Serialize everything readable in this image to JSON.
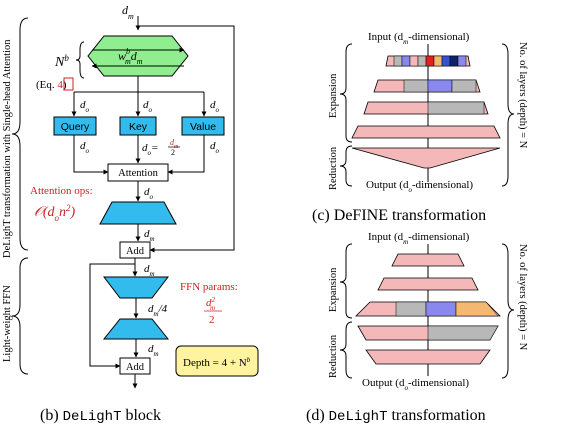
{
  "panel_b": {
    "dm_top": "d",
    "dm_top_sub": "m",
    "Nb": "N",
    "Nb_sup": "b",
    "eq_label": "(Eq.",
    "eq_num": "4",
    "eq_close": ")",
    "wide_box": "w",
    "wide_box_sup": "b",
    "wide_box_sub": "m",
    "do_sym": "d",
    "do_sub": "o",
    "query": "Query",
    "key": "Key",
    "value": "Value",
    "key_do_frac": "d",
    "key_do_frac_num_sub": "m",
    "key_do_frac_den": "2",
    "attention": "Attention",
    "attention_ops_label": "Attention ops:",
    "attention_ops_formula": "𝒪(d",
    "attention_ops_formula_sub": "o",
    "attention_ops_formula_end": "n",
    "attention_ops_formula_sup": "2",
    "attention_ops_formula_close": ")",
    "add_1": "Add",
    "add_2": "Add",
    "ffn_params_label": "FFN params:",
    "ffn_frac_num": "d",
    "ffn_frac_num_sup": "2",
    "ffn_frac_num_sub": "m",
    "ffn_frac_den": "2",
    "dm4": "d",
    "dm4_sub": "m",
    "dm4_tail": "/4",
    "depth_label": "Depth = 4 + N",
    "depth_sup": "b",
    "side_label_top": "DeLighT transformation with Single-head Attention",
    "side_label_bottom": "Light-weight FFN",
    "caption": "(b) DeLighT block",
    "caption_prefix": "(b) ",
    "caption_mono": "DeLighT",
    "caption_suffix": " block"
  },
  "panel_c": {
    "input_label": "Input (d",
    "input_sub": "m",
    "input_tail": "-dimensional)",
    "output_label": "Output (d",
    "output_sub": "o",
    "output_tail": "-dimensional)",
    "expansion": "Expansion",
    "reduction": "Reduction",
    "layers_label": "No. of layers (depth) = N",
    "caption": "(c) DeFINE transformation"
  },
  "panel_d": {
    "input_label": "Input (d",
    "input_sub": "m",
    "input_tail": "-dimensional)",
    "output_label": "Output (d",
    "output_sub": "o",
    "output_tail": "-dimensional)",
    "expansion": "Expansion",
    "reduction": "Reduction",
    "layers_label": "No. of layers (depth) = N",
    "caption_prefix": "(d) ",
    "caption_mono": "DeLighT",
    "caption_suffix": " transformation"
  },
  "colors": {
    "green_box": "#90ee90",
    "cyan_box": "#33bbee",
    "pink_layer": "#f4b8b8",
    "gray_layer": "#b8b8b8",
    "blue_layer": "#8888ee",
    "orange_layer": "#f4b870",
    "depth_box": "#fff3a0",
    "red_text": "#cc2222"
  }
}
